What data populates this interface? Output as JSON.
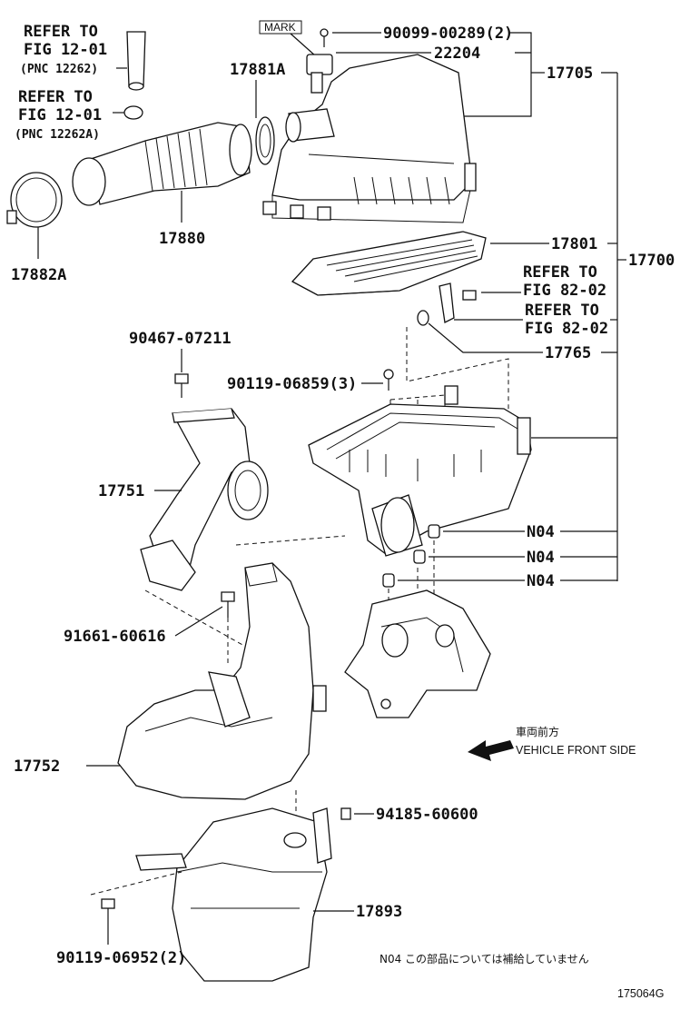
{
  "refs": {
    "fig12_top": [
      "REFER TO",
      "FIG 12-01",
      "(PNC 12262)"
    ],
    "fig12_mid": [
      "REFER TO",
      "FIG 12-01",
      "(PNC 12262A)"
    ],
    "fig82_a": [
      "REFER TO",
      "FIG 82-02"
    ],
    "fig82_b": [
      "REFER TO",
      "FIG 82-02"
    ]
  },
  "mark": "MARK",
  "parts": {
    "p90099": "90099-00289(2)",
    "p22204": "22204",
    "p17705": "17705",
    "p17881A": "17881A",
    "p17880": "17880",
    "p17882A": "17882A",
    "p17801": "17801",
    "p17700": "17700",
    "p17765": "17765",
    "p90467": "90467-07211",
    "p90119a": "90119-06859(3)",
    "p17751": "17751",
    "pN04a": "N04",
    "pN04b": "N04",
    "pN04c": "N04",
    "p91661": "91661-60616",
    "p17752": "17752",
    "p94185": "94185-60600",
    "p17893": "17893",
    "p90119b": "90119-06952(2)"
  },
  "front": {
    "jp": "車両前方",
    "en": "VEHICLE FRONT SIDE"
  },
  "note": "N04  この部品については補給していません",
  "figure_code": "175064G"
}
